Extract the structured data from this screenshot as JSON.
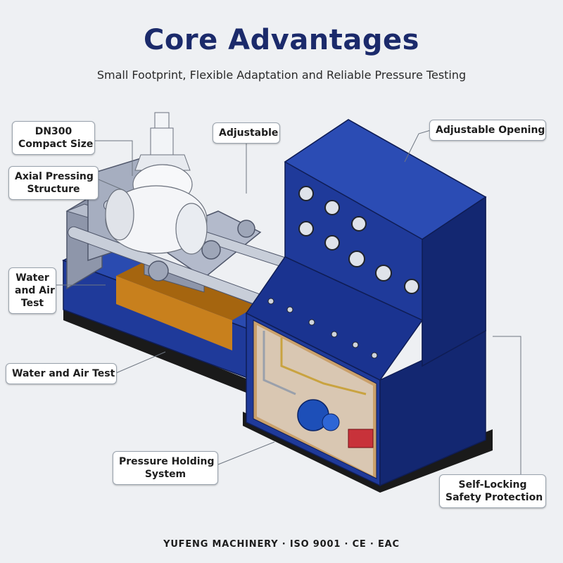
{
  "header": {
    "title": "Core Advantages",
    "subtitle": "Small Footprint, Flexible Adaptation and Reliable Pressure Testing"
  },
  "callouts": {
    "compact": {
      "line1": "DN300",
      "line2": "Compact Size"
    },
    "axial": {
      "line1": "Axial Pressing",
      "line2": "Structure"
    },
    "water_air_1": {
      "line1": "Water",
      "line2": "and Air",
      "line3": "Test"
    },
    "water_air_2": {
      "text": "Water and Air Test"
    },
    "adjustable": {
      "text": "Adjustable"
    },
    "adjustable_opening": {
      "text": "Adjustable Opening"
    },
    "pressure_holding": {
      "line1": "Pressure Holding",
      "line2": "System"
    },
    "self_locking": {
      "line1": "Self-Locking",
      "line2": "Safety Protection"
    }
  },
  "footer": {
    "text": "YUFENG MACHINERY · ISO 9001 · CE · EAC"
  },
  "colors": {
    "title": "#1b2a6b",
    "machine_blue": "#1f3a9a",
    "machine_blue_dark": "#132771",
    "frame_grey": "#9aa2b4",
    "tray_orange": "#c8801d",
    "base_black": "#1a1a1a"
  }
}
